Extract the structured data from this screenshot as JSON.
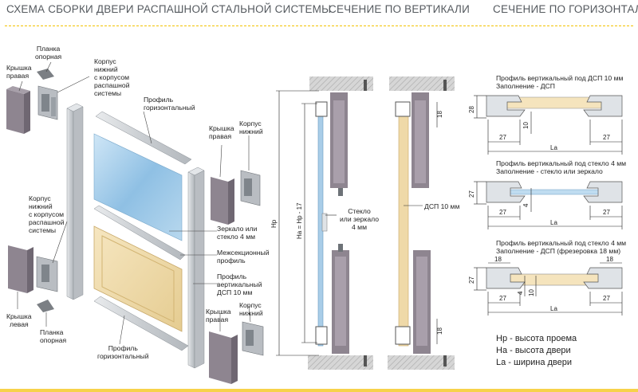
{
  "headers": {
    "assembly": "СХЕМА СБОРКИ ДВЕРИ РАСПАШНОЙ СТАЛЬНОЙ СИСТЕМЫ",
    "vertical": "СЕЧЕНИЕ ПО ВЕРТИКАЛИ",
    "horizontal": "СЕЧЕНИЕ ПО ГОРИЗОНТАЛИ"
  },
  "assembly_labels": {
    "planka_top": "Планка\nопорная",
    "kryshka_pravaya_top": "Крышка\nправая",
    "korpus_top": "Корпус\nнижний\nс корпусом\nраспашной\nсистемы",
    "profil_gor_top": "Профиль\nгоризонтальный",
    "kryshka_pravaya_mid": "Крышка\nправая",
    "korpus_nizhniy_mid": "Корпус\nнижний",
    "korpus_left": "Корпус\nнижний\nс корпусом\nраспашной\nсистемы",
    "zerkalo": "Зеркало или\nстекло 4 мм",
    "mezhsek": "Межсекционный\nпрофиль",
    "profil_vert": "Профиль\nвертикальный\nДСП 10 мм",
    "kryshka_levaya": "Крышка\nлевая",
    "planka_bottom": "Планка\nопорная",
    "kryshka_pravaya_bot": "Крышка\nправая",
    "korpus_nizhniy_bot": "Корпус\nнижний",
    "profil_gor_bot": "Профиль\nгоризонтальный"
  },
  "vertical_labels": {
    "hp": "Hp",
    "ha": "Ha = Hp - 17",
    "steklo": "Стекло\nили зеркало\n4 мм",
    "dsp": "ДСП 10 мм",
    "d18_top": "18",
    "d18_bot": "18"
  },
  "horizontal_sections": [
    {
      "title": "Профиль вертикальный под ДСП 10 мм\nЗаполнение - ДСП",
      "h": "28",
      "fill": "10",
      "left": "27",
      "right": "27",
      "width": "La"
    },
    {
      "title": "Профиль вертикальный под стекло 4 мм\nЗаполнение - стекло или зеркало",
      "h": "27",
      "fill": "4",
      "left": "27",
      "right": "27",
      "width": "La"
    },
    {
      "title": "Профиль вертикальный под стекло 4 мм\nЗаполнение - ДСП (фрезеровка 18 мм)",
      "h": "27",
      "fill_a": "4",
      "fill_b": "10",
      "mill_left": "18",
      "mill_right": "18",
      "left": "27",
      "right": "27",
      "width": "La"
    }
  ],
  "legend": {
    "hp": "Hp - высота проема",
    "ha": "Ha - высота двери",
    "la": "La - ширина двери"
  },
  "colors": {
    "accent": "#f2c200",
    "steel": "#d4d7da",
    "dark_part": "#8e8590",
    "glass": "#a9cde8",
    "dsp": "#efd9a8",
    "wall": "#c9c9c9"
  }
}
